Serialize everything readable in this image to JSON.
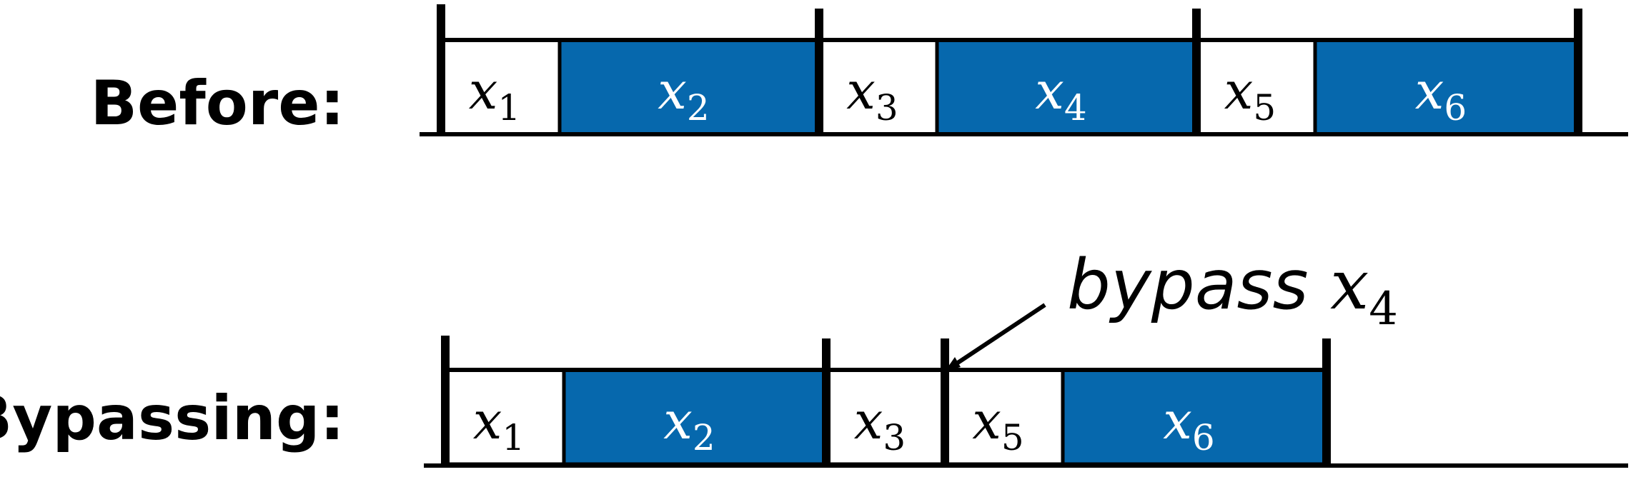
{
  "colors": {
    "shaded": "#0668ad",
    "plain": "#ffffff",
    "line": "#000000"
  },
  "rows": [
    {
      "id": "before",
      "label": "Before:",
      "cells": [
        {
          "var": "x",
          "sub": "1",
          "shaded": false
        },
        {
          "var": "x",
          "sub": "2",
          "shaded": true
        },
        {
          "var": "x",
          "sub": "3",
          "shaded": false
        },
        {
          "var": "x",
          "sub": "4",
          "shaded": true
        },
        {
          "var": "x",
          "sub": "5",
          "shaded": false
        },
        {
          "var": "x",
          "sub": "6",
          "shaded": true
        }
      ]
    },
    {
      "id": "bypassing",
      "label": "Bypassing:",
      "cells": [
        {
          "var": "x",
          "sub": "1",
          "shaded": false
        },
        {
          "var": "x",
          "sub": "2",
          "shaded": true
        },
        {
          "var": "x",
          "sub": "3",
          "shaded": false
        },
        {
          "var": "x",
          "sub": "5",
          "shaded": false
        },
        {
          "var": "x",
          "sub": "6",
          "shaded": true
        }
      ]
    }
  ],
  "annotation": {
    "prefix": "bypass ",
    "var": "x",
    "sub": "4"
  }
}
